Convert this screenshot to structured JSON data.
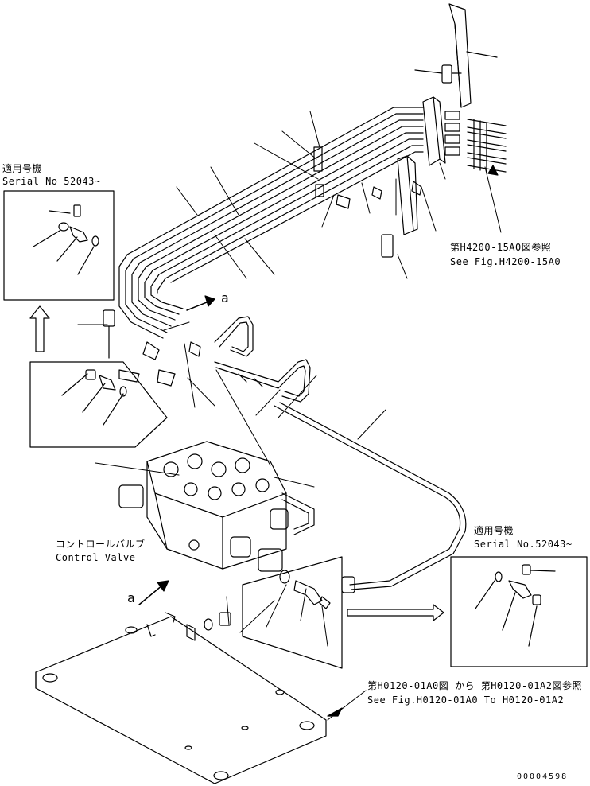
{
  "labels": {
    "left_applicable_jp": "適用号機",
    "left_serial": "Serial No 52043~",
    "right_applicable_jp": "適用号機",
    "right_serial": "Serial No.52043~",
    "ref_top_jp": "第H4200-15A0図参照",
    "ref_top_en": "See Fig.H4200-15A0",
    "control_valve_jp": "コントロールバルブ",
    "control_valve_en": "Control Valve",
    "ref_bottom_jp": "第H0120-01A0図 から 第H0120-01A2図参照",
    "ref_bottom_en": "See Fig.H0120-01A0 To H0120-01A2",
    "view_a_top": "a",
    "view_a_bottom": "a",
    "drawing_number": "00004598"
  }
}
